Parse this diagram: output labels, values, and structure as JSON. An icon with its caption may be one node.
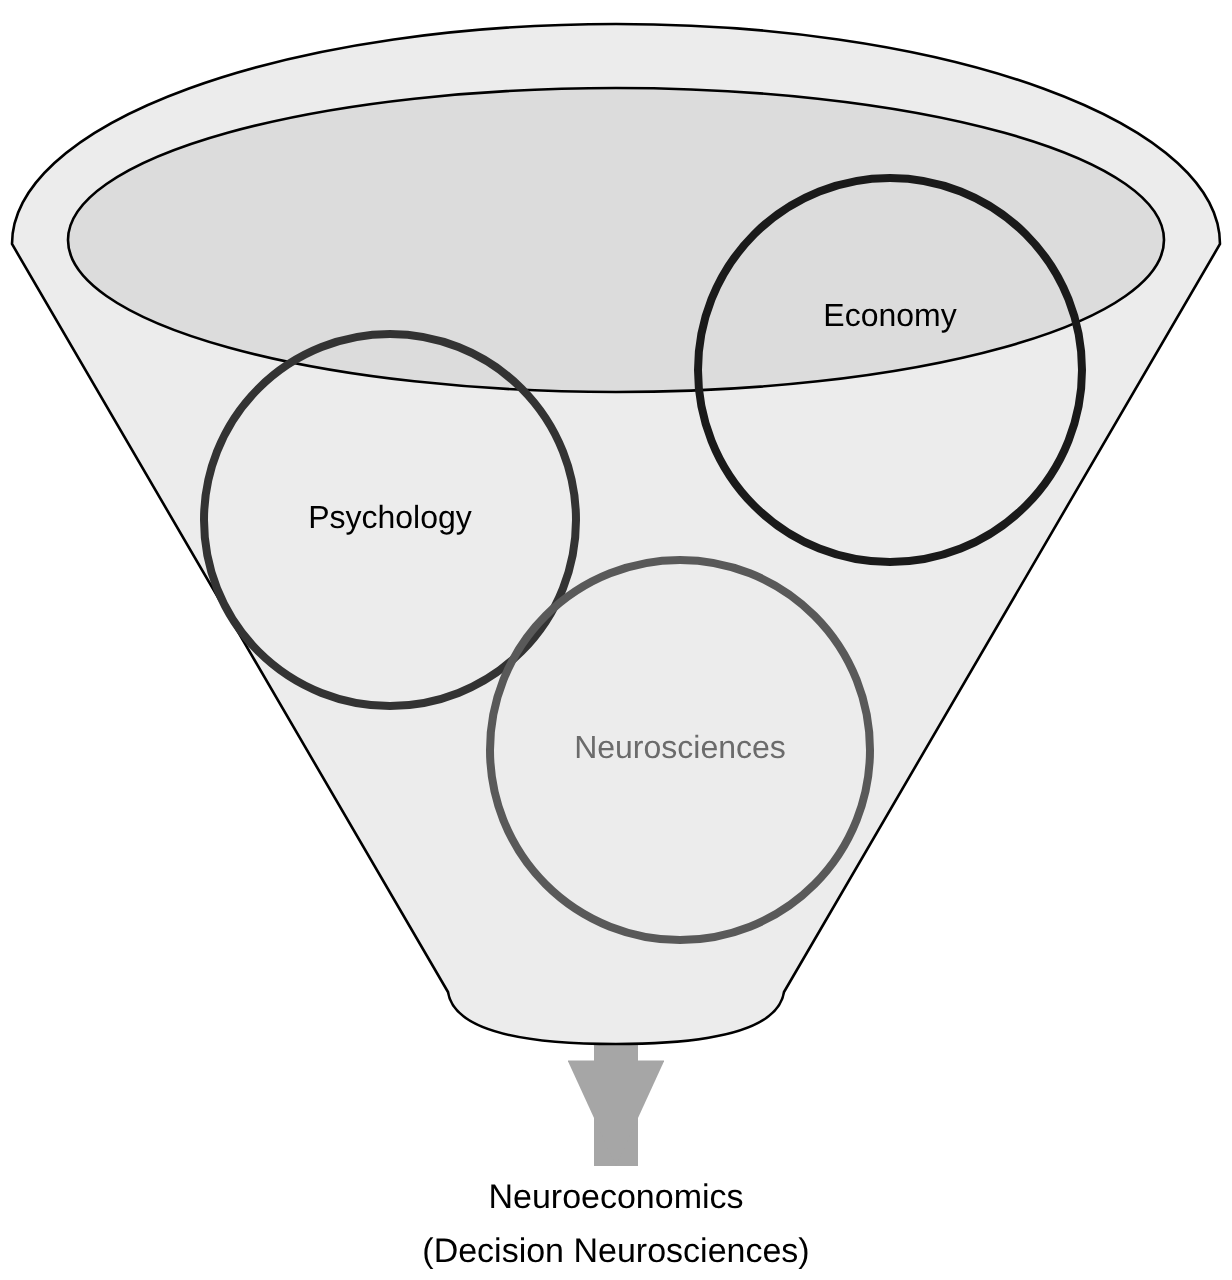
{
  "diagram": {
    "nodes": [
      {
        "text": [],
        "shape": "funnel"
      },
      {
        "text": [
          "Psychology"
        ],
        "in": 0
      },
      {
        "text": [
          "Economy"
        ],
        "in": 0
      },
      {
        "text": [
          "Neurosciences"
        ],
        "in": 0
      },
      {
        "text": [
          "Neuroeconomics (Decision Neurosciences)"
        ]
      }
    ],
    "edges": [
      {
        "from": 0,
        "to": 4,
        "arrow": "to"
      }
    ]
  }
}
